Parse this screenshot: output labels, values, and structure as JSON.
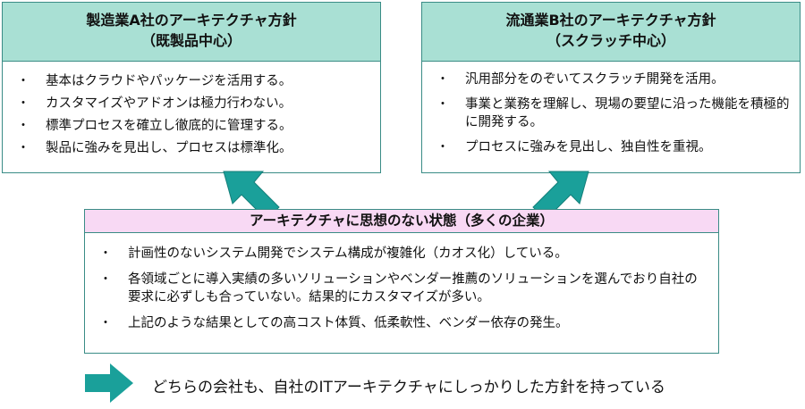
{
  "company_a": {
    "title_line1": "製造業A社のアーキテクチャ方針",
    "title_line2": "（既製品中心）",
    "items": [
      "基本はクラウドやパッケージを活用する。",
      "カスタマイズやアドオンは極力行わない。",
      "標準プロセスを確立し徹底的に管理する。",
      "製品に強みを見出し、プロセスは標準化。"
    ]
  },
  "company_b": {
    "title_line1": "流通業B社のアーキテクチャ方針",
    "title_line2": "（スクラッチ中心）",
    "items": [
      "汎用部分をのぞいてスクラッチ開発を活用。",
      "事業と業務を理解し、現場の要望に沿った機能を積極的に開発する。",
      "プロセスに強みを見出し、独自性を重視。"
    ]
  },
  "no_philosophy": {
    "title": "アーキテクチャに思想のない状態（多くの企業）",
    "items": [
      "計画性のないシステム開発でシステム構成が複雑化（カオス化）している。",
      "各領域ごとに導入実績の多いソリューションやベンダー推薦のソリューションを選んでおり自社の要求に必ずしも合っていない。結果的にカスタマイズが多い。",
      "上記のような結果としての高コスト体質、低柔軟性、ベンダー依存の発生。"
    ]
  },
  "bullet_char": "・",
  "conclusion": "どちらの会社も、自社のITアーキテクチャにしっかりした方針を持っている",
  "colors": {
    "teal_header": "#a9e0d4",
    "pink_header": "#f8d9f4",
    "arrow": "#1aa09a",
    "border": "#3a8c86"
  }
}
